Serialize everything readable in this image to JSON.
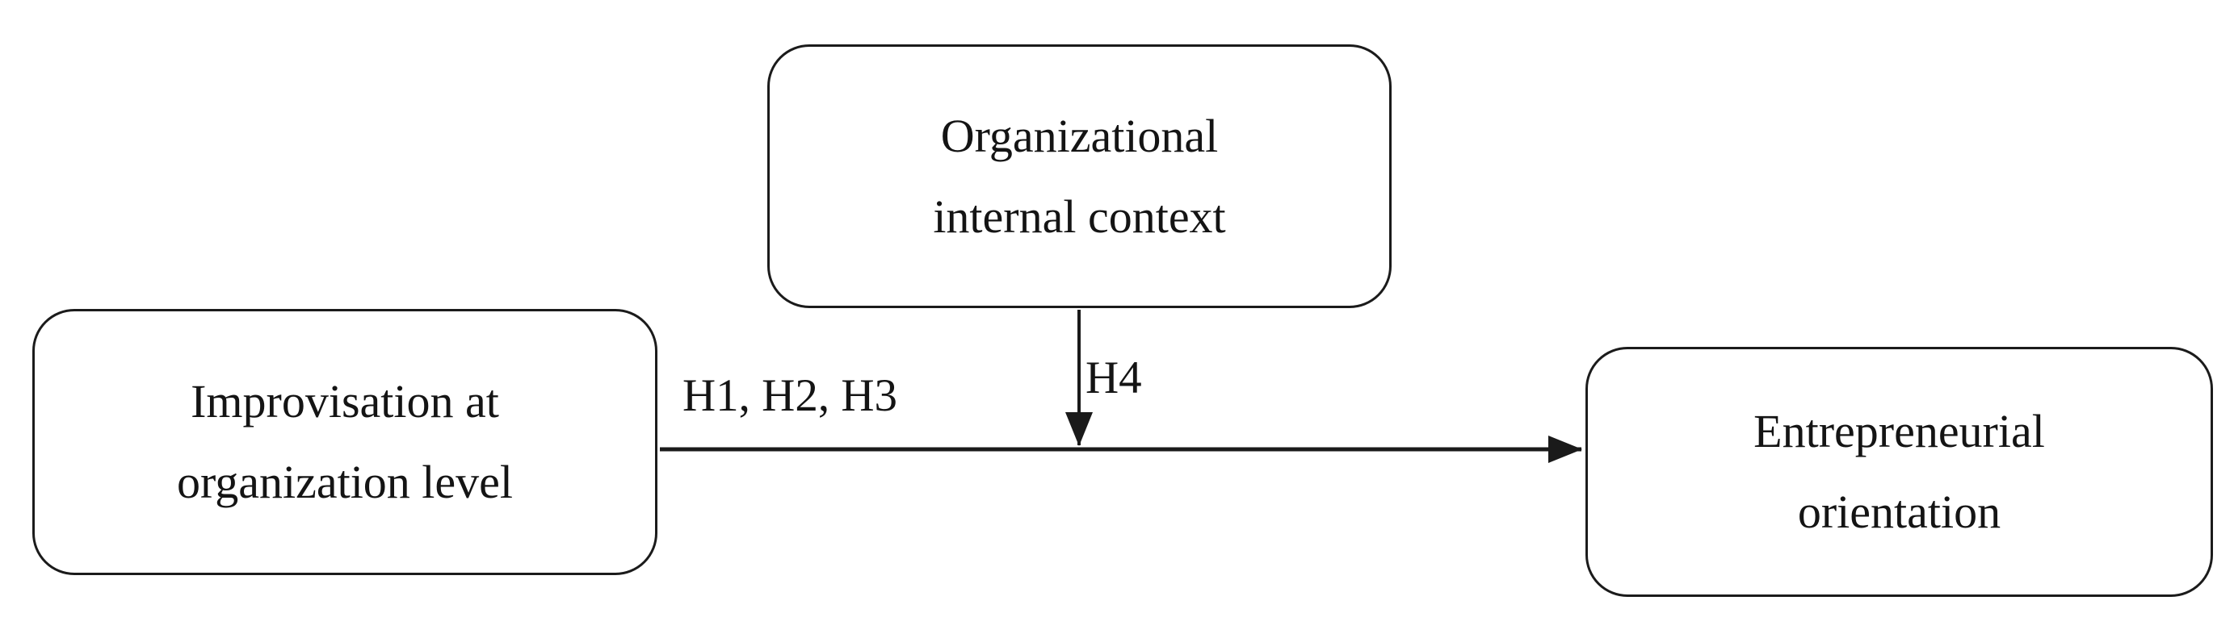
{
  "figure": {
    "type": "path-model-diagram",
    "nodes": [
      {
        "name": "improvisation-at-organization-level",
        "lines": [
          "Improvisation at",
          "organization level"
        ]
      },
      {
        "name": "organizational-internal-context",
        "lines": [
          "Organizational",
          "internal context"
        ]
      },
      {
        "name": "entrepreneurial-orientation",
        "lines": [
          "Entrepreneurial",
          "orientation"
        ]
      }
    ],
    "edges": [
      {
        "name": "direct-effect",
        "label": "H1, H2, H3",
        "from": "improvisation-at-organization-level",
        "to": "entrepreneurial-orientation"
      },
      {
        "name": "moderation-effect",
        "label": "H4",
        "from": "organizational-internal-context",
        "to": "direct-effect-arrow"
      }
    ],
    "colors": {
      "background": "#ffffff",
      "line": "#1a1a1a",
      "text": "#141414"
    }
  }
}
